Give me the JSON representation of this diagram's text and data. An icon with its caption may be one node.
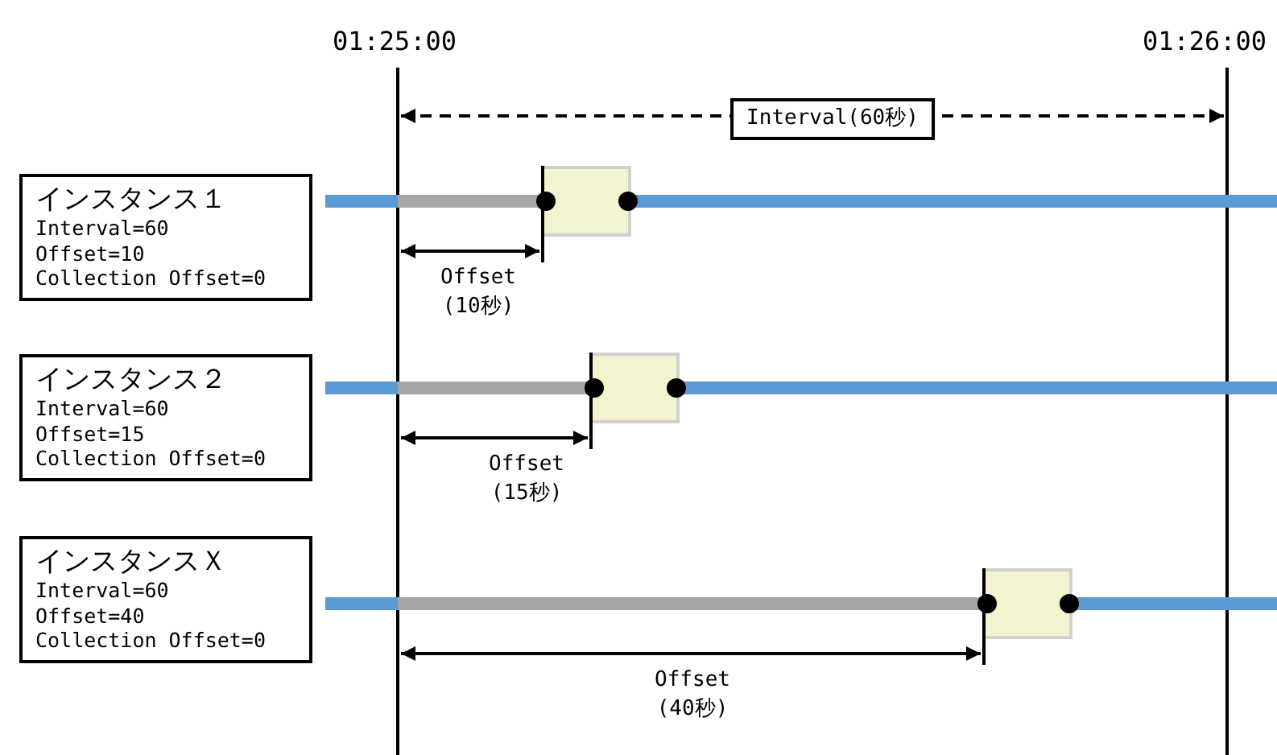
{
  "diagram": {
    "nodes": [
      {
        "text": [
          "インスタンス１",
          "Interval=60",
          "Offset=10",
          "Collection Offset=0"
        ]
      },
      {
        "text": [
          "インスタンス２",
          "Interval=60",
          "Offset=15",
          "Collection Offset=0"
        ]
      },
      {
        "text": [
          "インスタンスＸ",
          "Interval=60",
          "Offset=40",
          "Collection Offset=0"
        ]
      }
    ],
    "labels": [
      "01:25:00",
      "01:26:00",
      "Interval(60秒)",
      "Offset (10秒)",
      "Offset (15秒)",
      "Offset (40秒)"
    ]
  }
}
